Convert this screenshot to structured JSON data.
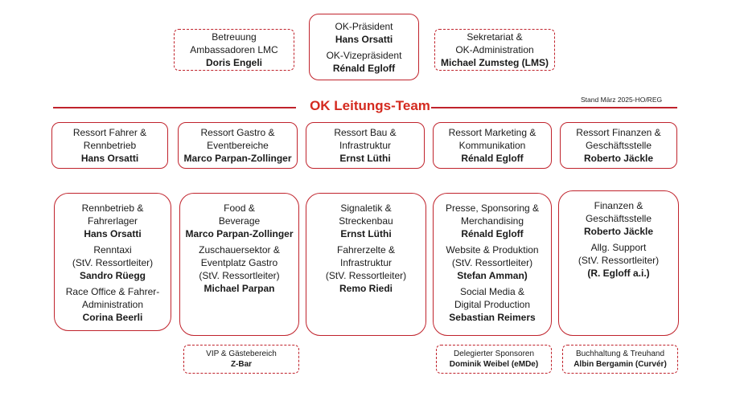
{
  "top": {
    "left": {
      "l1": "Betreuung",
      "l2": "Ambassadoren LMC",
      "name": "Doris Engeli"
    },
    "center": {
      "l1": "OK-Präsident",
      "name1": "Hans Orsatti",
      "l2": "OK-Vizepräsident",
      "name2": "Rénald Egloff"
    },
    "right": {
      "l1": "Sekretariat &",
      "l2": "OK-Administration",
      "name": "Michael Zumsteg (LMS)"
    }
  },
  "title": "OK Leitungs-Team",
  "stand": "Stand März 2025-HO/REG",
  "ressorts": [
    {
      "l1": "Ressort Fahrer &",
      "l2": "Rennbetrieb",
      "name": "Hans Orsatti"
    },
    {
      "l1": "Ressort Gastro &",
      "l2": "Eventbereiche",
      "name": "Marco Parpan-Zollinger"
    },
    {
      "l1": "Ressort Bau &",
      "l2": "Infrastruktur",
      "name": "Ernst Lüthi"
    },
    {
      "l1": "Ressort Marketing &",
      "l2": "Kommunikation",
      "name": "Rénald Egloff"
    },
    {
      "l1": "Ressort Finanzen &",
      "l2": "Geschäftsstelle",
      "name": "Roberto Jäckle"
    }
  ],
  "teams": {
    "fahrer": {
      "a1": "Rennbetrieb &",
      "a2": "Fahrerlager",
      "an": "Hans Orsatti",
      "b1": "Renntaxi",
      "b2": "(StV. Ressortleiter)",
      "bn": "Sandro Rüegg",
      "c1": "Race Office & Fahrer-",
      "c2": "Administration",
      "cn": "Corina Beerli"
    },
    "gastro": {
      "a1": "Food &",
      "a2": "Beverage",
      "an": "Marco Parpan-Zollinger",
      "b1": "Zuschauersektor &",
      "b2": "Eventplatz Gastro",
      "b3": "(StV. Ressortleiter)",
      "bn": "Michael Parpan"
    },
    "bau": {
      "a1": "Signaletik &",
      "a2": "Streckenbau",
      "an": "Ernst Lüthi",
      "b1": "Fahrerzelte &",
      "b2": "Infrastruktur",
      "b3": "(StV. Ressortleiter)",
      "bn": "Remo Riedi"
    },
    "marketing": {
      "a1": "Presse, Sponsoring &",
      "a2": "Merchandising",
      "an": "Rénald Egloff",
      "b1": "Website & Produktion",
      "b2": "(StV. Ressortleiter)",
      "bn": "Stefan Amman)",
      "c1": "Social Media &",
      "c2": "Digital Production",
      "cn": "Sebastian Reimers"
    },
    "finanzen": {
      "a1": "Finanzen &",
      "a2": "Geschäftsstelle",
      "an": "Roberto Jäckle",
      "b1": "Allg. Support",
      "b2": "(StV. Ressortleiter)",
      "bn": "(R. Egloff a.i.)"
    }
  },
  "extras": {
    "gastro": {
      "l1": "VIP & Gästebereich",
      "name": "Z-Bar"
    },
    "marketing": {
      "l1": "Delegierter Sponsoren",
      "name": "Dominik Weibel (eMDe)"
    },
    "finanzen": {
      "l1": "Buchhaltung & Treuhand",
      "name": "Albin Bergamin (Curvér)"
    }
  },
  "colors": {
    "accent": "#c0232c",
    "title": "#d42a1f"
  }
}
